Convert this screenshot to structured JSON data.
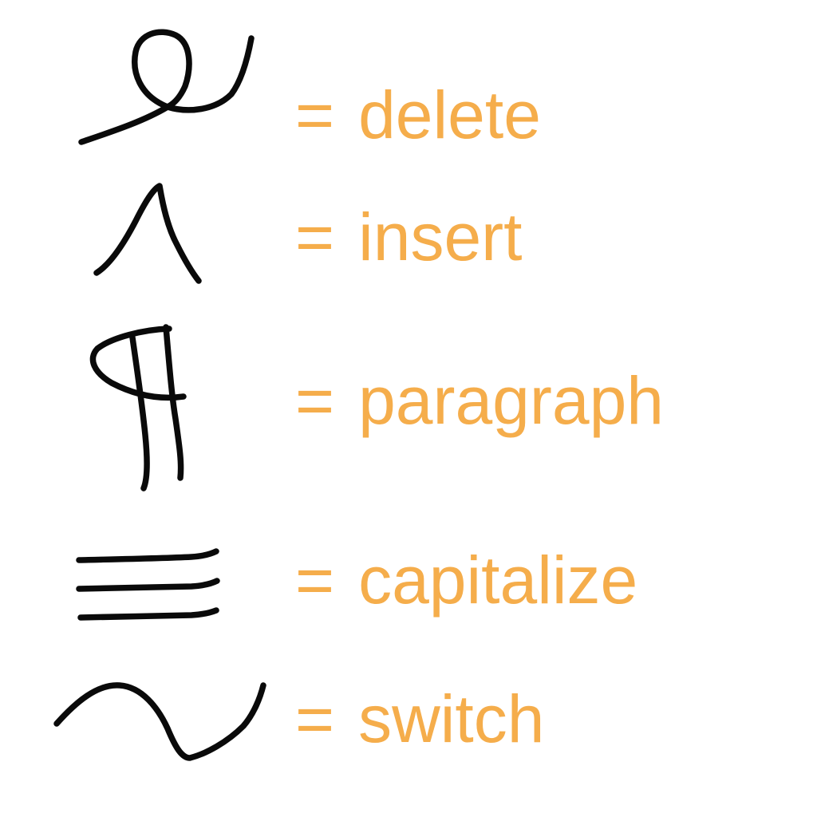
{
  "accent_color": "#f5ad4b",
  "stroke_color": "#0a0a0a",
  "equals_sign": "=",
  "gestures": [
    {
      "icon": "delete-gesture-icon",
      "label": "delete"
    },
    {
      "icon": "insert-caret-gesture-icon",
      "label": "insert"
    },
    {
      "icon": "paragraph-gesture-icon",
      "label": "paragraph"
    },
    {
      "icon": "capitalize-gesture-icon",
      "label": "capitalize"
    },
    {
      "icon": "switch-gesture-icon",
      "label": "switch"
    }
  ]
}
